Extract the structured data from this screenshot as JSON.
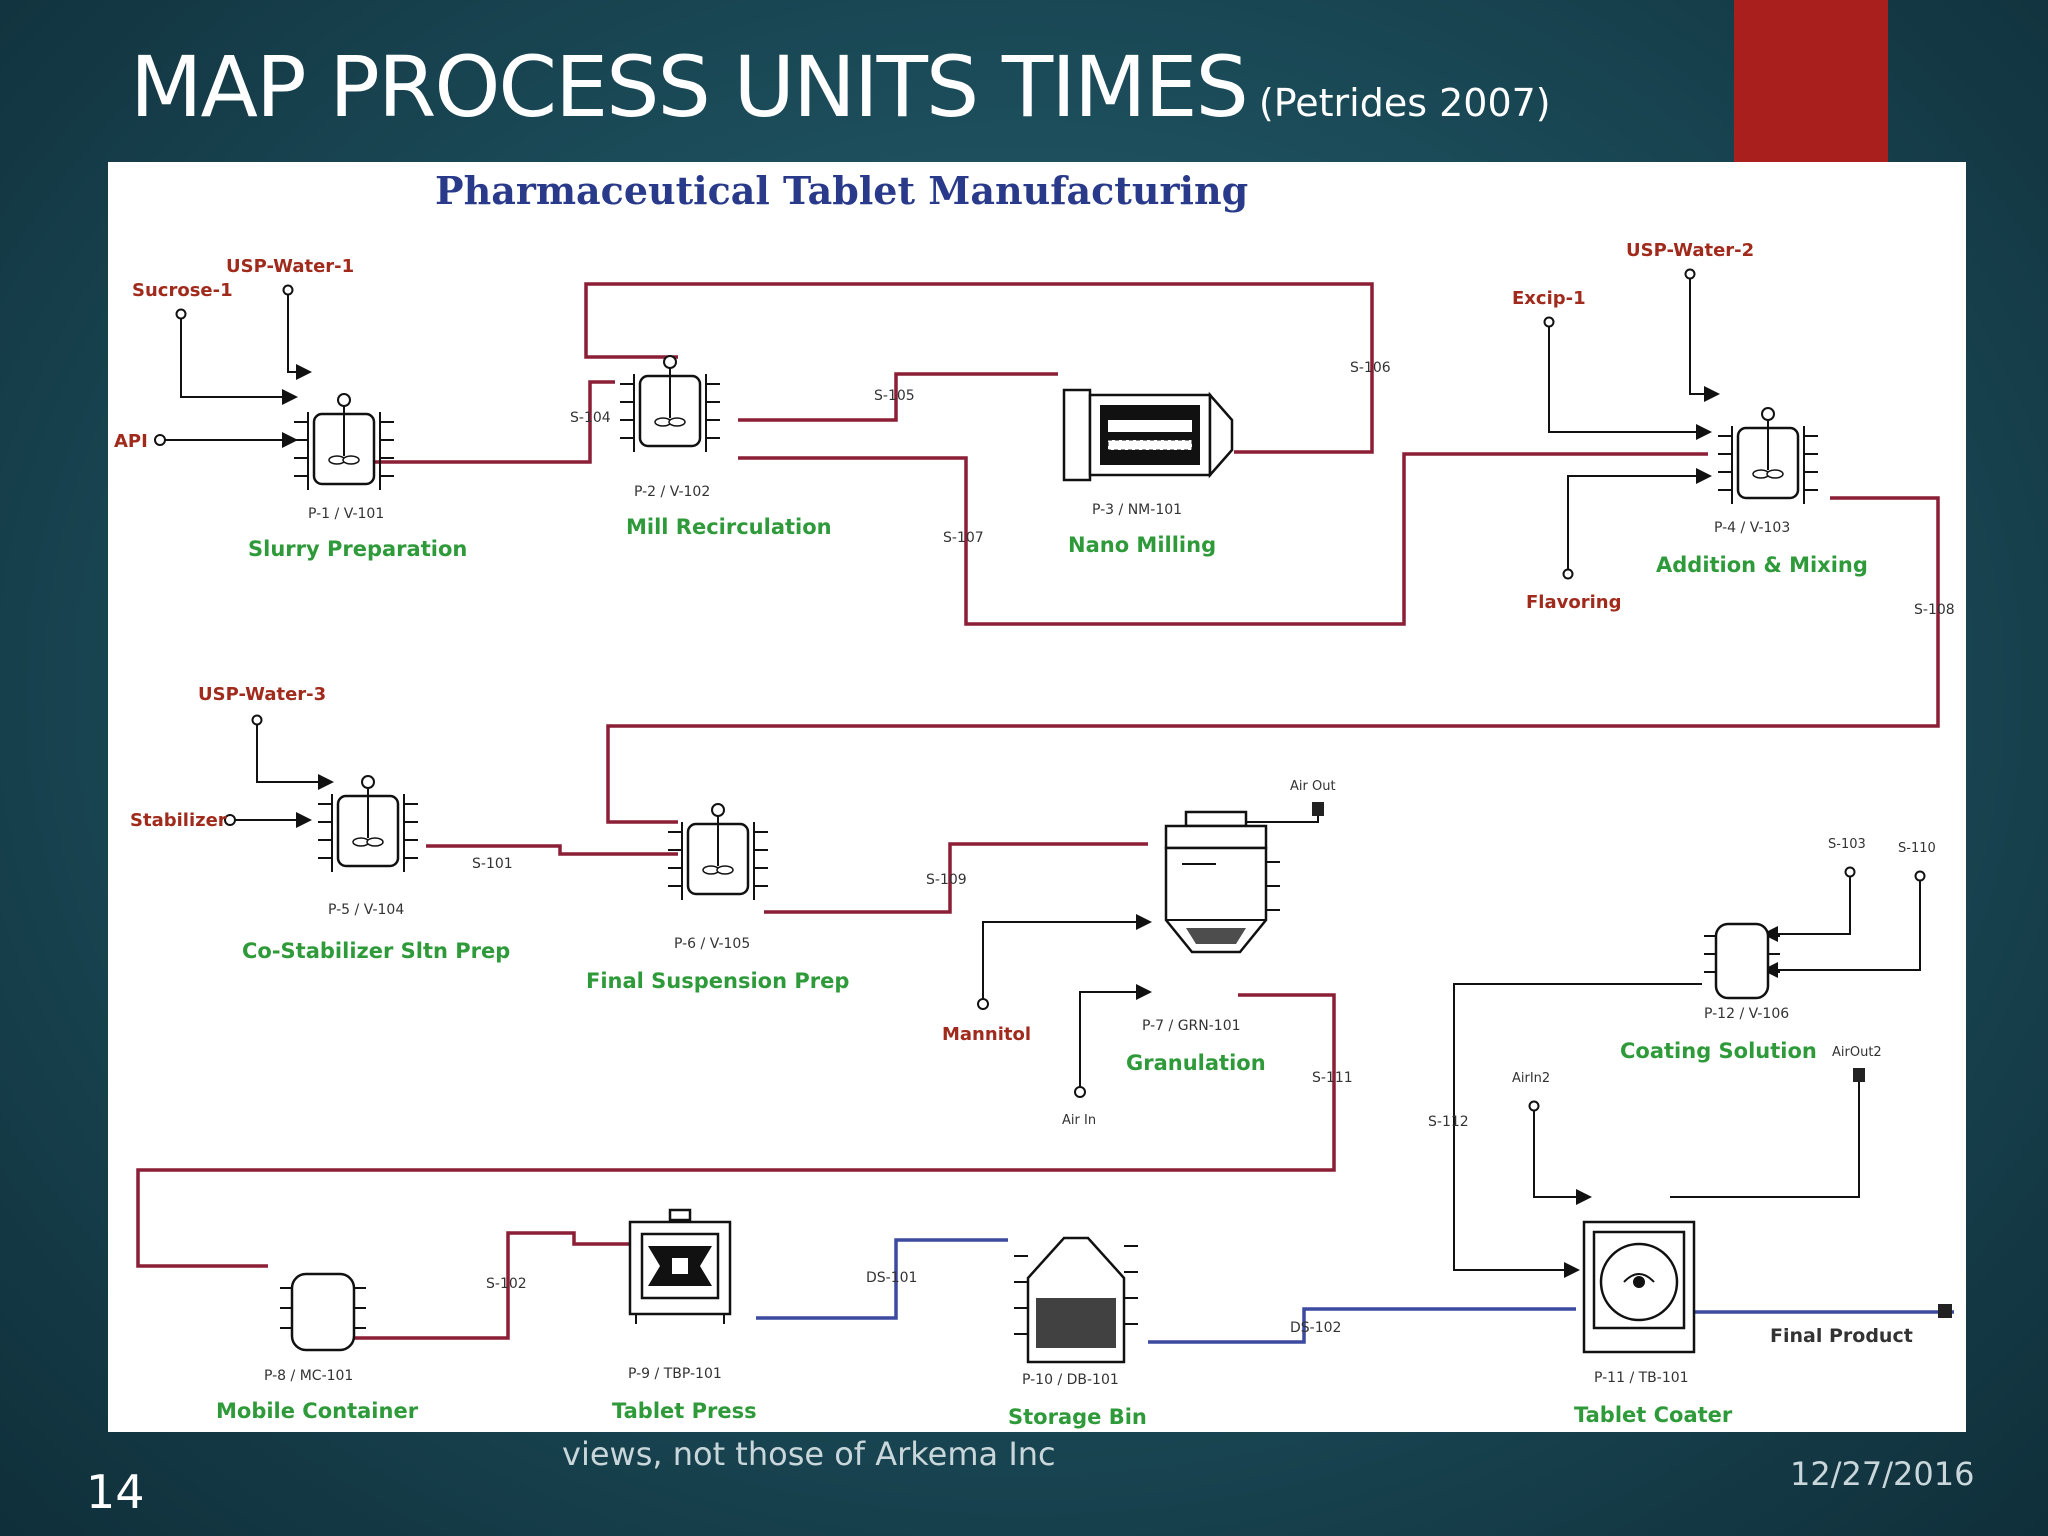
{
  "slide": {
    "title": "MAP PROCESS UNITS TIMES",
    "citation": "(Petrides 2007)",
    "footer_note": "views, not those of Arkema Inc",
    "date": "12/27/2016",
    "slide_number": "14"
  },
  "diagram": {
    "title": "Pharmaceutical Tablet Manufacturing",
    "units": {
      "p1": {
        "tag": "P-1 / V-101",
        "label": "Slurry Preparation"
      },
      "p2": {
        "tag": "P-2 / V-102",
        "label": "Mill Recirculation"
      },
      "p3": {
        "tag": "P-3 / NM-101",
        "label": "Nano Milling"
      },
      "p4": {
        "tag": "P-4 / V-103",
        "label": "Addition & Mixing"
      },
      "p5": {
        "tag": "P-5 / V-104",
        "label": "Co-Stabilizer Sltn Prep"
      },
      "p6": {
        "tag": "P-6 / V-105",
        "label": "Final Suspension Prep"
      },
      "p7": {
        "tag": "P-7 / GRN-101",
        "label": "Granulation"
      },
      "p8": {
        "tag": "P-8 / MC-101",
        "label": "Mobile Container"
      },
      "p9": {
        "tag": "P-9 / TBP-101",
        "label": "Tablet Press"
      },
      "p10": {
        "tag": "P-10 / DB-101",
        "label": "Storage Bin"
      },
      "p11": {
        "tag": "P-11 / TB-101",
        "label": "Tablet Coater"
      },
      "p12": {
        "tag": "P-12 / V-106",
        "label": "Coating Solution"
      }
    },
    "inlets": {
      "sucrose1": "Sucrose-1",
      "uspwater1": "USP-Water-1",
      "api": "API",
      "uspwater2": "USP-Water-2",
      "excip1": "Excip-1",
      "flavoring": "Flavoring",
      "uspwater3": "USP-Water-3",
      "stabilizer": "Stabilizer",
      "mannitol": "Mannitol",
      "air_in": "Air In",
      "air_out": "Air Out",
      "airin2": "AirIn2",
      "airout2": "AirOut2",
      "s103": "S-103",
      "s110": "S-110",
      "final_product": "Final Product"
    },
    "streams": {
      "s101": "S-101",
      "s102": "S-102",
      "s104": "S-104",
      "s105": "S-105",
      "s106": "S-106",
      "s107": "S-107",
      "s108": "S-108",
      "s109": "S-109",
      "s111": "S-111",
      "s112": "S-112",
      "ds101": "DS-101",
      "ds102": "DS-102"
    },
    "colors": {
      "liquid_stream": "#8b1f35",
      "solid_stream": "#3c4aa0",
      "unit_label": "#2f9a3a",
      "inlet_label": "#a02a1c",
      "title": "#2a3a8a"
    }
  }
}
